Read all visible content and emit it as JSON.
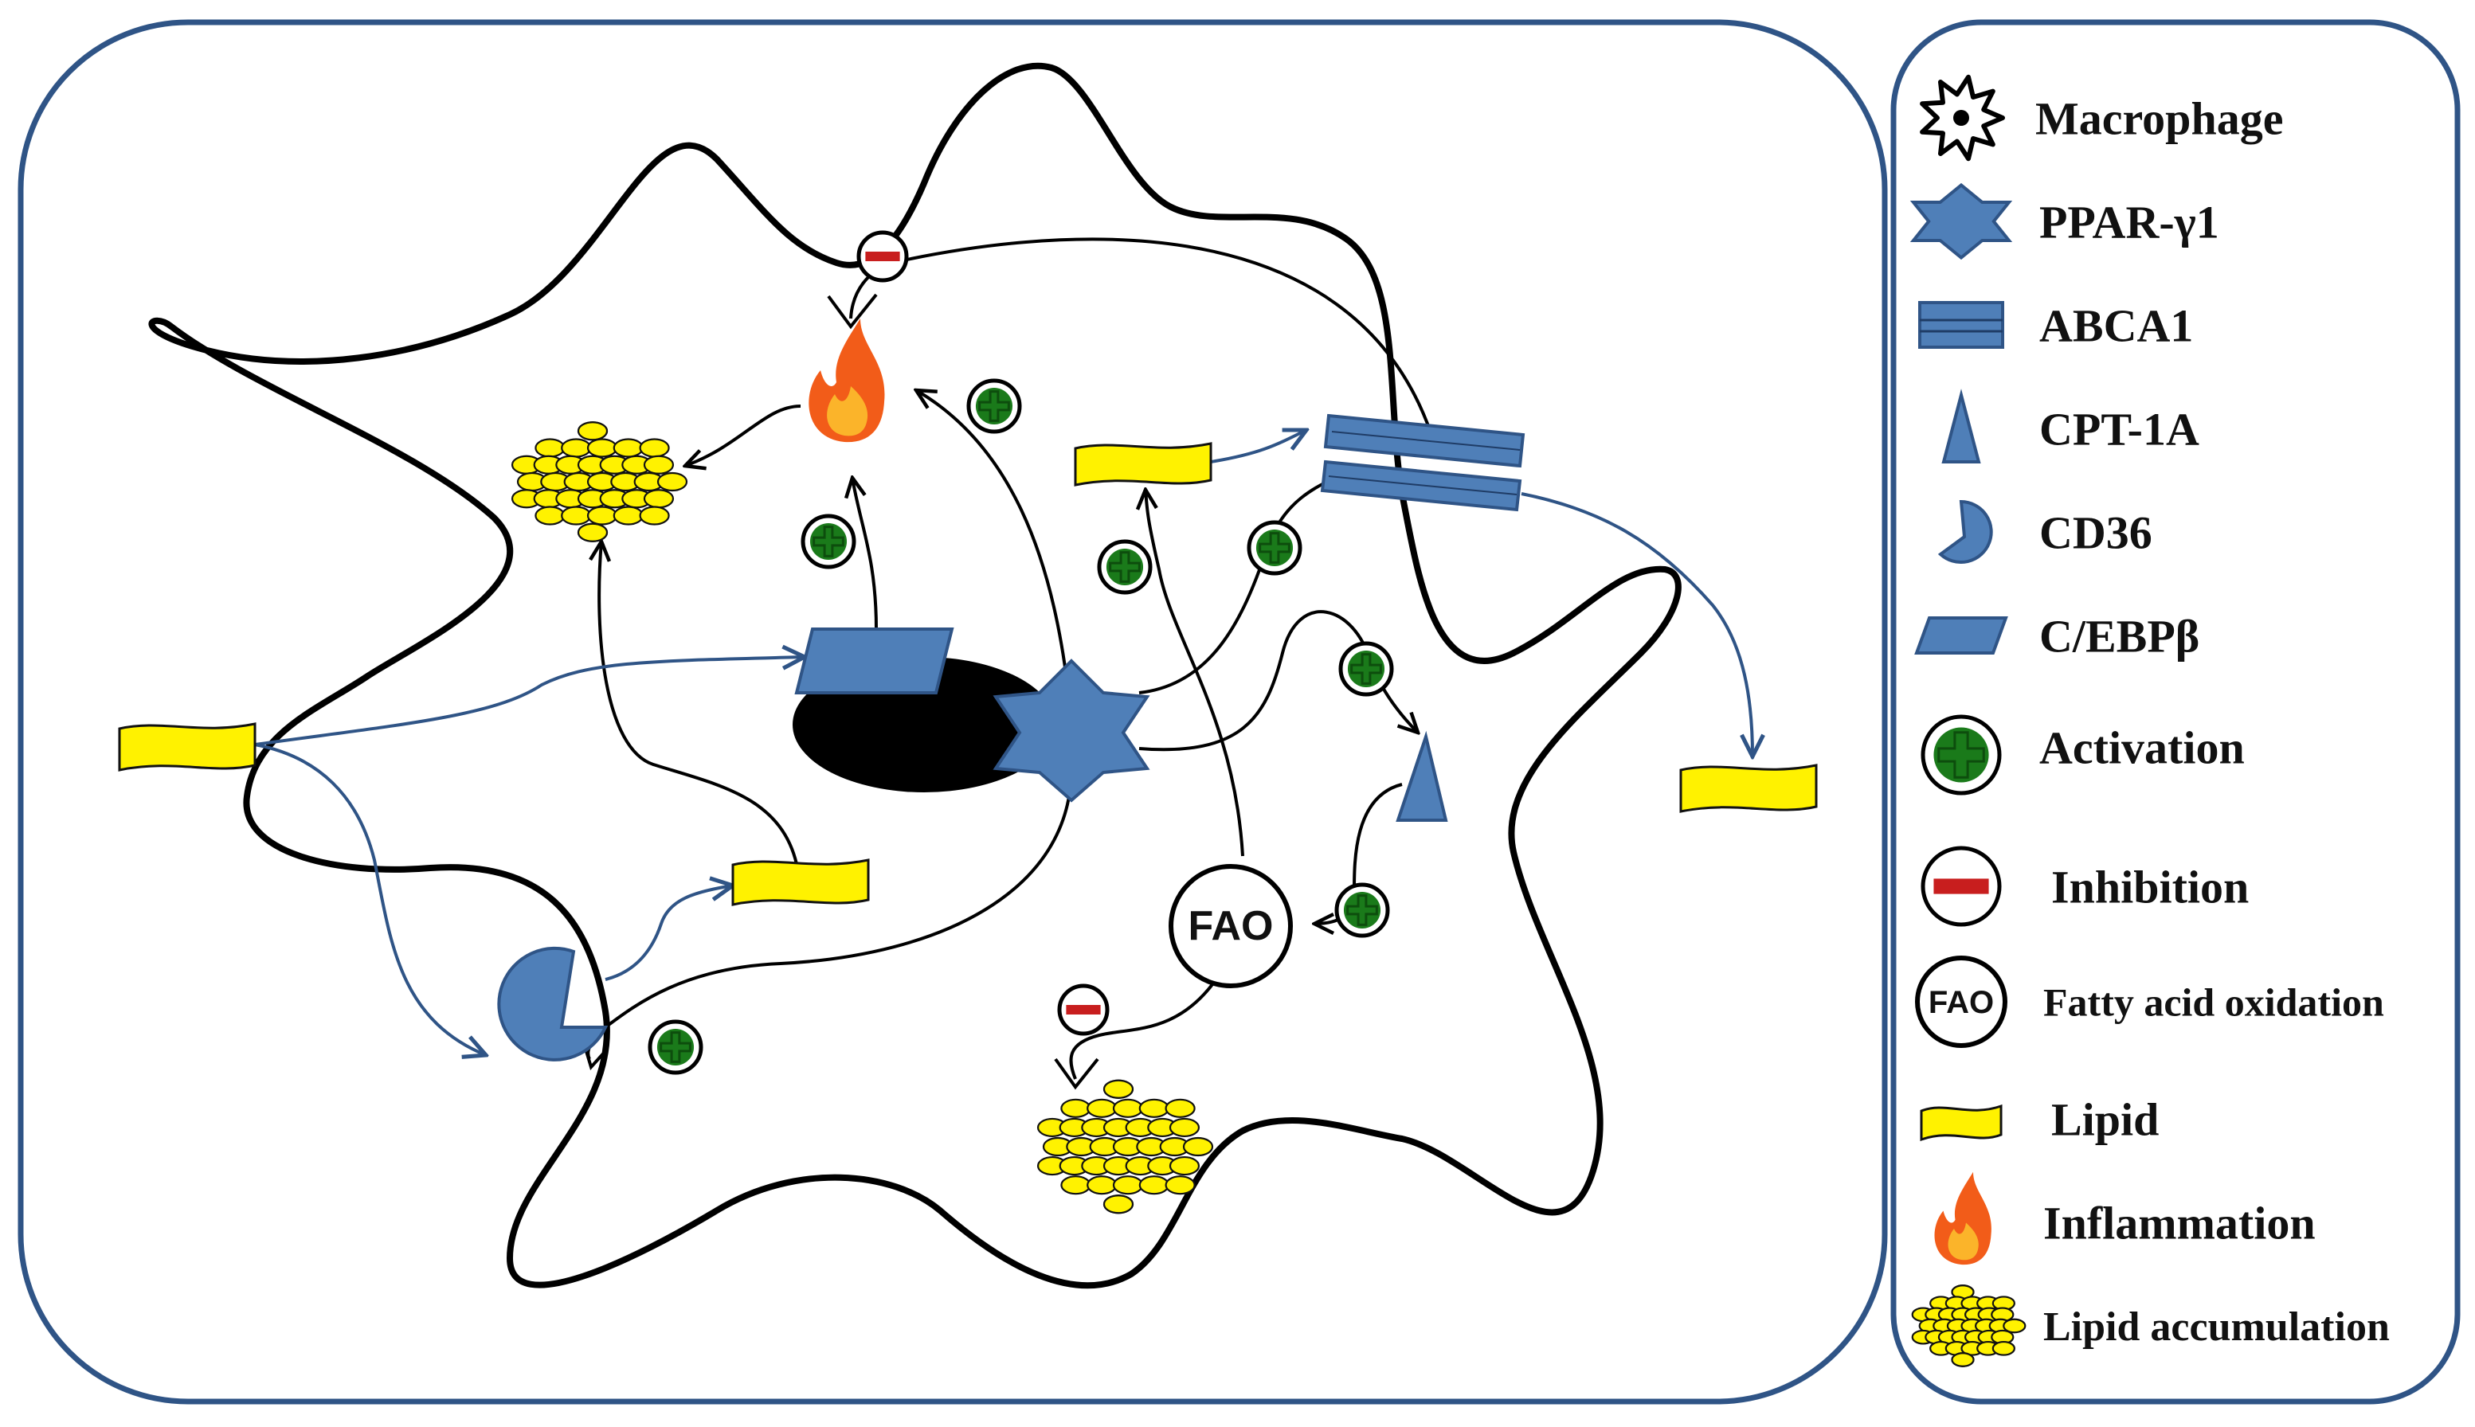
{
  "colors": {
    "frame": "#2f5486",
    "protein": "#4f7fb8",
    "protein_stroke": "#2f5486",
    "lipid": "#fff200",
    "activation": "#1a7a1a",
    "inhibition": "#c81e1e",
    "nucleus": "#000000",
    "arrow_blue": "#2f5486",
    "arrow_black": "#000000"
  },
  "diagram": {
    "fao_label": "FAO"
  },
  "legend": {
    "items": [
      {
        "icon": "macrophage-icon",
        "label": "Macrophage"
      },
      {
        "icon": "ppar-star-icon",
        "label": "PPAR-γ1"
      },
      {
        "icon": "abca1-bars-icon",
        "label": "ABCA1"
      },
      {
        "icon": "cpt1a-triangle-icon",
        "label": "CPT-1A"
      },
      {
        "icon": "cd36-pacman-icon",
        "label": "CD36"
      },
      {
        "icon": "cebpb-parallelogram-icon",
        "label": "C/EBPβ"
      },
      {
        "icon": "activation-plus-icon",
        "label": "Activation"
      },
      {
        "icon": "inhibition-minus-icon",
        "label": "Inhibition"
      },
      {
        "icon": "fao-circle-icon",
        "label": "Fatty acid oxidation",
        "icon_text": "FAO"
      },
      {
        "icon": "lipid-icon",
        "label": "Lipid"
      },
      {
        "icon": "flame-icon",
        "label": "Inflammation"
      },
      {
        "icon": "lipid-accumulation-icon",
        "label": "Lipid accumulation"
      }
    ]
  }
}
